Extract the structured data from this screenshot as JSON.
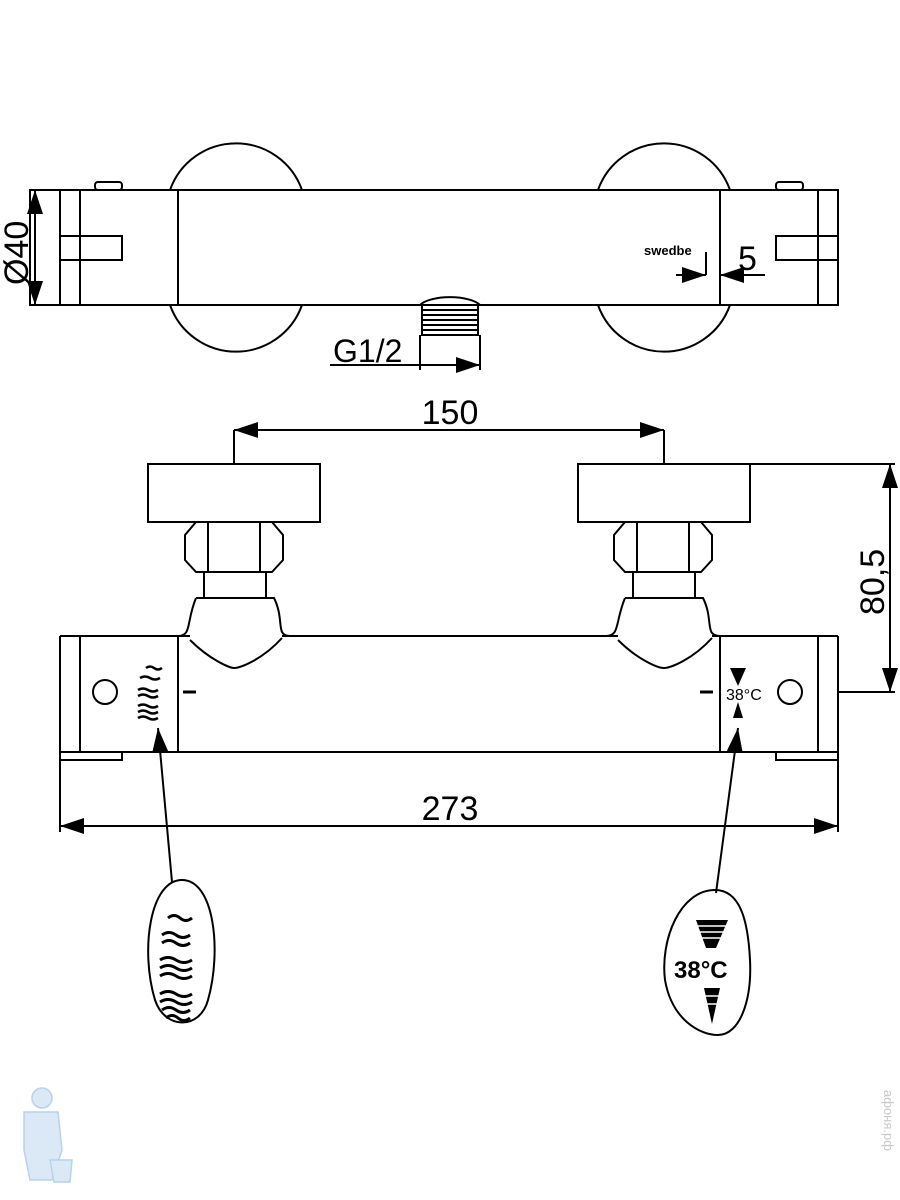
{
  "dimensions": {
    "diameter": "Ø40",
    "thread": "G1/2",
    "offset": "5",
    "center_distance": "150",
    "height": "80,5",
    "length": "273"
  },
  "labels": {
    "brand": "swedbe",
    "temperature": "38°C",
    "temperature_large": "38°C"
  },
  "watermark": "афоня.рф"
}
